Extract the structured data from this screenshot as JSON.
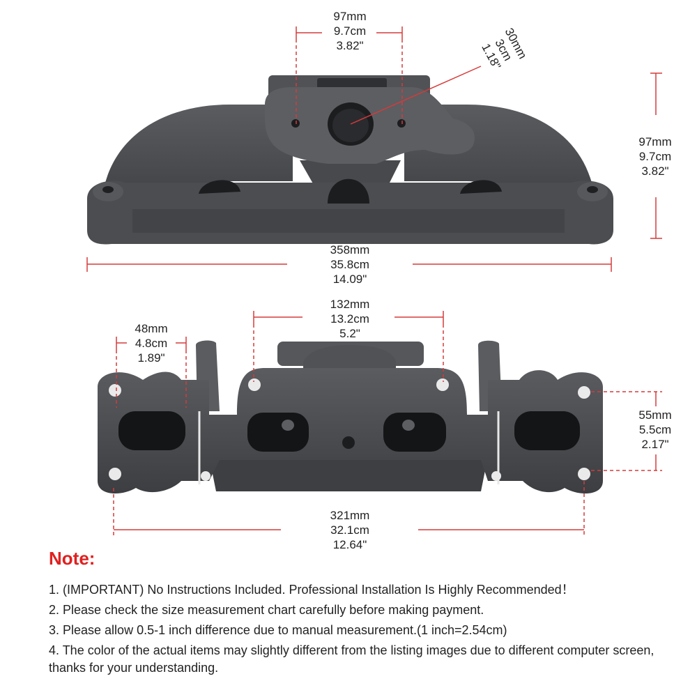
{
  "colors": {
    "dimension_line": "#d63a3a",
    "note_title": "#e02020",
    "metal": "#4a4c4f"
  },
  "top_view": {
    "flange_width": [
      "97mm",
      "9.7cm",
      "3.82\""
    ],
    "port_diameter": [
      "30mm",
      "3cm",
      "1.18\""
    ],
    "height": [
      "97mm",
      "9.7cm",
      "3.82\""
    ],
    "overall_length": [
      "358mm",
      "35.8cm",
      "14.09\""
    ]
  },
  "bottom_view": {
    "port_spacing": [
      "132mm",
      "13.2cm",
      "5.2\""
    ],
    "port_width": [
      "48mm",
      "4.8cm",
      "1.89\""
    ],
    "flange_height": [
      "55mm",
      "5.5cm",
      "2.17\""
    ],
    "flange_length": [
      "321mm",
      "32.1cm",
      "12.64\""
    ]
  },
  "note": {
    "title": "Note:",
    "items": [
      "1. (IMPORTANT) No Instructions Included. Professional Installation Is Highly Recommended！",
      "2. Please check the size measurement chart carefully before making payment.",
      "3. Please allow 0.5-1 inch difference due to manual measurement.(1 inch=2.54cm)",
      "4. The color of the actual items may slightly different from the listing images due to different computer screen, thanks for your understanding."
    ]
  }
}
